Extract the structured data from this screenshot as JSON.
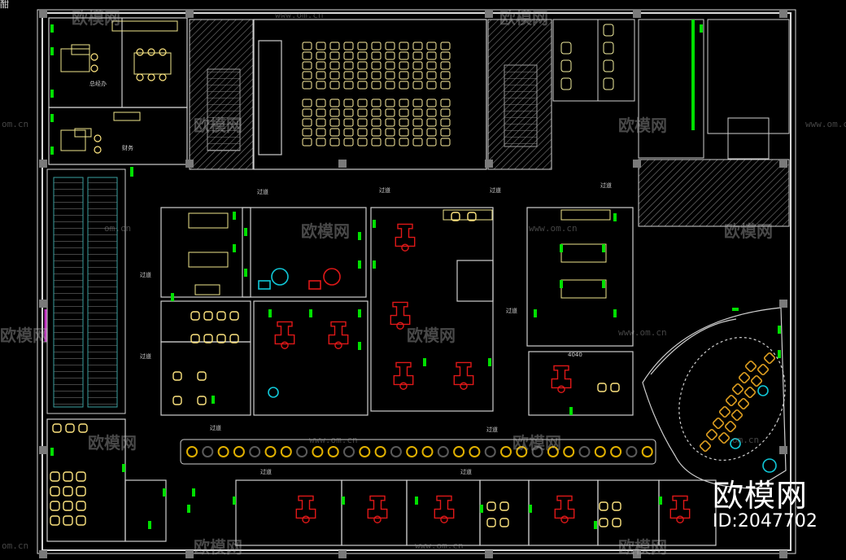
{
  "corner_text": "酣",
  "watermark": {
    "brand": "欧模网",
    "url": "www.om.cn",
    "url_short": "om.cn",
    "brand_large": "欧模网",
    "id_text": "ID:2047702"
  },
  "labels": {
    "corridor": "过道",
    "gm_office": "总经办",
    "finance": "财务",
    "room_4040": "4040"
  },
  "colors": {
    "background": "#000000",
    "wall": "#d9d9d9",
    "window": "#00e000",
    "furniture": "#f5f0a0",
    "seat_orange": "#e0b000",
    "equipment_red": "#e01818",
    "equipment_cyan": "#10c8d8",
    "hatch": "#8a8a8a",
    "escalator": "#3aa0a0",
    "column": "#777777"
  }
}
